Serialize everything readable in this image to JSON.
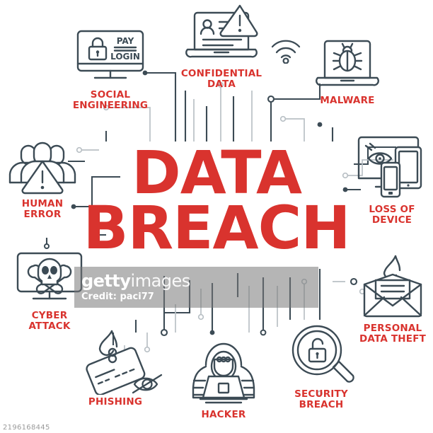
{
  "meta": {
    "title": "Data Breach Infographic",
    "colors": {
      "red": "#d9332e",
      "line_dark": "#3c4b55",
      "line_light": "#b9c0c5",
      "background": "#ffffff"
    }
  },
  "center": {
    "line1": "DATA",
    "line2": "BREACH"
  },
  "nodes": [
    {
      "id": "social-engineering",
      "label": "SOCIAL\nENGINEERING",
      "icon": "monitor-lock-pay-login-icon",
      "icon_text": {
        "pay": "PAY",
        "login": "LOGIN"
      }
    },
    {
      "id": "confidential-data",
      "label": "CONFIDENTIAL\nDATA",
      "icon": "laptop-profile-warning-icon"
    },
    {
      "id": "malware",
      "label": "MALWARE",
      "icon": "laptop-bug-icon"
    },
    {
      "id": "loss-of-device",
      "label": "LOSS OF\nDEVICE",
      "icon": "monitor-tablet-phone-eye-icon"
    },
    {
      "id": "personal-data-theft",
      "label": "PERSONAL\nDATA THEFT",
      "icon": "envelope-hook-icon"
    },
    {
      "id": "security-breach",
      "label": "SECURITY\nBREACH",
      "icon": "magnifier-unlocked-padlock-icon"
    },
    {
      "id": "hacker",
      "label": "HACKER",
      "icon": "hooded-figure-laptop-icon"
    },
    {
      "id": "phishing",
      "label": "PHISHING",
      "icon": "card-on-hook-icon"
    },
    {
      "id": "cyber-attack",
      "label": "CYBER\nATTACK",
      "icon": "monitor-skull-crossbones-icon"
    },
    {
      "id": "human-error",
      "label": "HUMAN\nERROR",
      "icon": "people-group-warning-icon"
    }
  ],
  "decor_icons": [
    {
      "id": "wifi-signal",
      "icon": "wifi-icon"
    },
    {
      "id": "eye-crossed",
      "icon": "eye-off-icon"
    }
  ],
  "watermark": {
    "brand_bold": "getty",
    "brand_light": "images",
    "credit": "Credit: paci77",
    "asset_id": "2196168445"
  }
}
